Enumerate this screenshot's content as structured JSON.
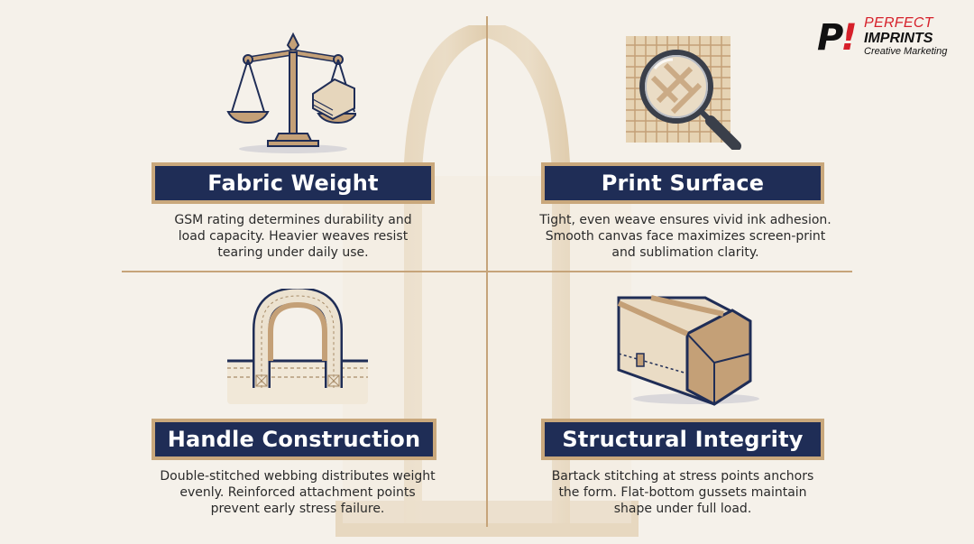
{
  "logo": {
    "mark": "P",
    "mark_accent": "!",
    "line1": "PERFECT",
    "line2": "IMPRINTS",
    "line3": "Creative Marketing"
  },
  "colors": {
    "background": "#f5f1ea",
    "banner_fill": "#1f2d56",
    "banner_border": "#c9a87c",
    "divider": "#c6a47a",
    "logo_red": "#d6202a"
  },
  "sections": [
    {
      "title": "Fabric Weight",
      "icon": "balance-scale-with-fabric-icon",
      "description_lines": [
        "GSM rating determines durability and",
        "load capacity. Heavier weaves resist",
        "tearing under daily use."
      ]
    },
    {
      "title": "Print Surface",
      "icon": "magnifier-over-weave-icon",
      "description_lines": [
        "Tight, even weave ensures vivid ink adhesion.",
        "Smooth canvas face maximizes screen-print",
        "and sublimation clarity."
      ]
    },
    {
      "title": "Handle Construction",
      "icon": "tote-handle-stitching-icon",
      "description_lines": [
        "Double-stitched webbing distributes weight",
        "evenly. Reinforced attachment points",
        "prevent early stress failure."
      ]
    },
    {
      "title": "Structural Integrity",
      "icon": "bag-gusset-corner-icon",
      "description_lines": [
        "Bartack stitching at stress points anchors",
        "the form. Flat-bottom gussets maintain",
        "shape under full load."
      ]
    }
  ]
}
